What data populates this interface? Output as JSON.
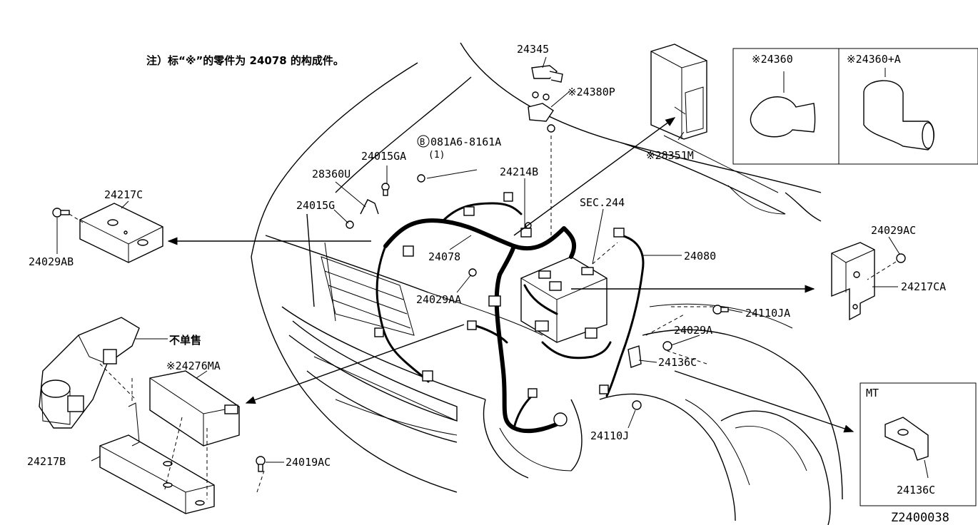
{
  "note": "注）标“※”的零件为 24078 的构成件。",
  "drawing_code": "Z2400038",
  "insets": {
    "left_title": "※24360",
    "right_title": "※24360+A",
    "mt_label": "MT",
    "mt_part": "24136C"
  },
  "parts": {
    "p24345": "24345",
    "p24380P": "※24380P",
    "p081A6": "081A6-8161A",
    "p081A6_qty": "(1)",
    "bolt_symbol": "B",
    "p24015GA": "24015GA",
    "p28360U": "28360U",
    "p24214B": "24214B",
    "p28351M": "※28351M",
    "p24217C": "24217C",
    "p24015G": "24015G",
    "pSEC244": "SEC.244",
    "p24029AB": "24029AB",
    "p24078": "24078",
    "p24080": "24080",
    "p24029AC": "24029AC",
    "p24217CA": "24217CA",
    "p24029AA": "24029AA",
    "p24110JA": "24110JA",
    "p_not_sold": "不单售",
    "p24029A": "24029A",
    "p24136C": "24136C",
    "p24276MA": "※24276MA",
    "p24110J": "24110J",
    "p24217B": "24217B",
    "p24019AC": "24019AC"
  }
}
